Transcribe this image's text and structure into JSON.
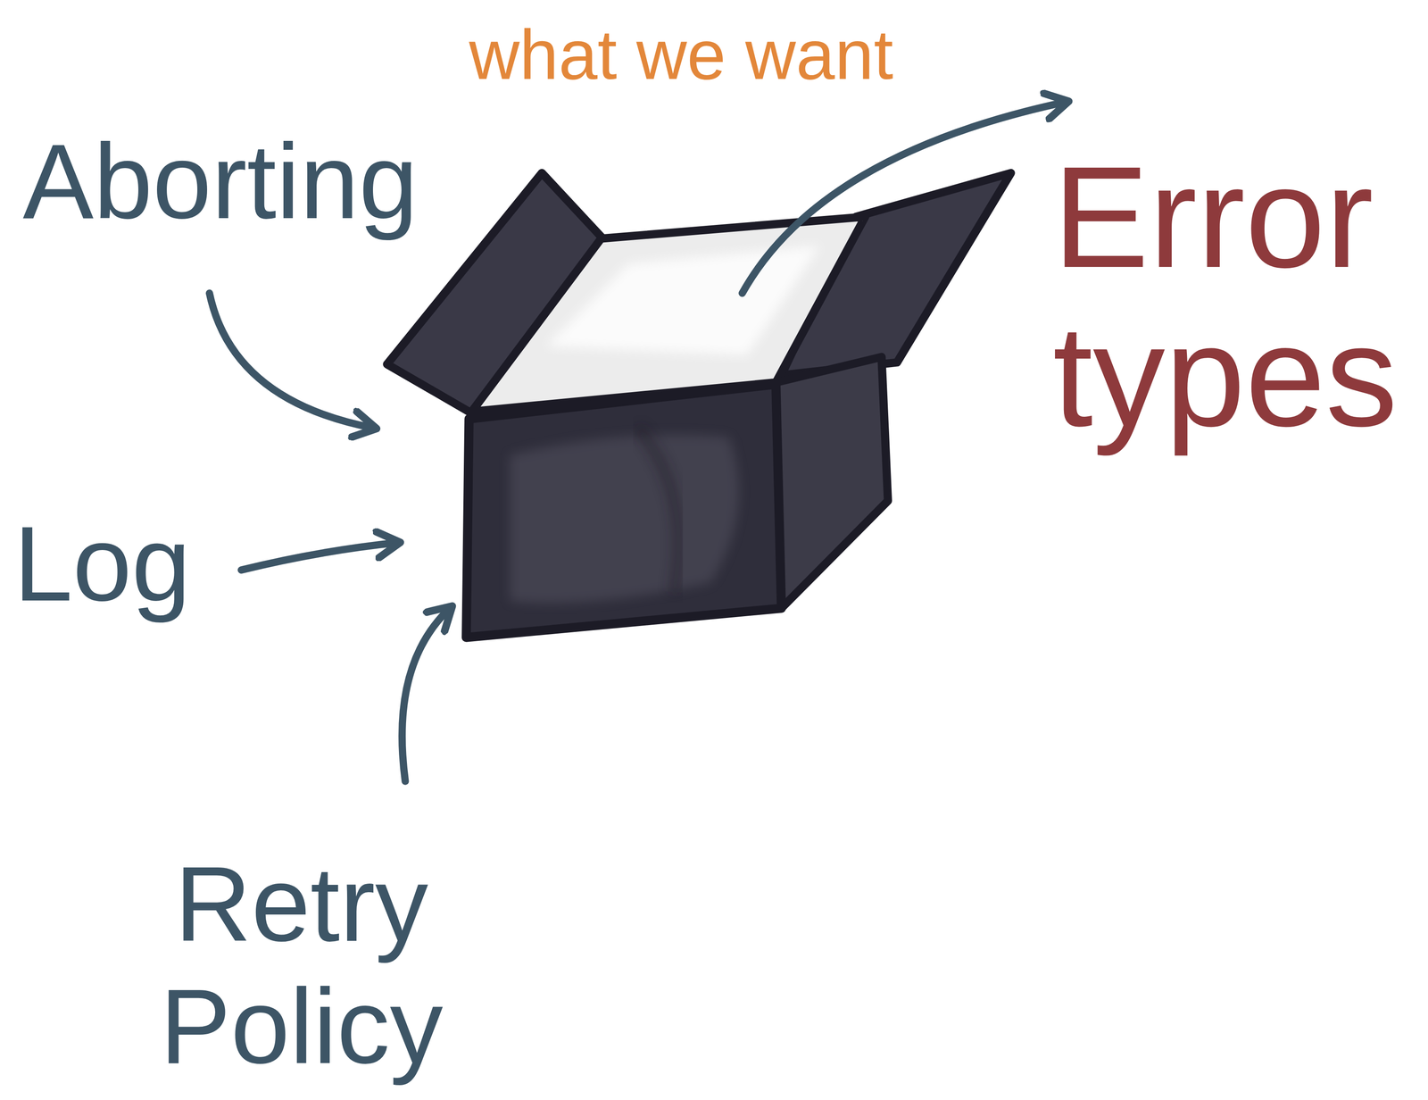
{
  "diagram": {
    "labels": [
      "what we want",
      "Aborting",
      "Log",
      "Retry Policy",
      "Error types"
    ]
  }
}
